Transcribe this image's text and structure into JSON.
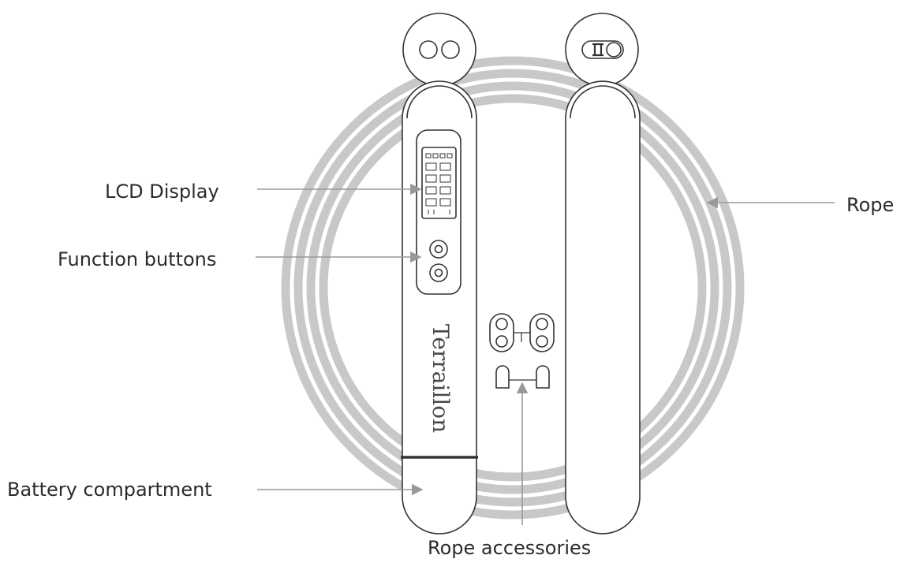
{
  "diagram": {
    "labels": {
      "lcd_display": "LCD Display",
      "function_buttons": "Function buttons",
      "battery_compartment": "Battery compartment",
      "rope": "Rope",
      "rope_accessories": "Rope accessories"
    },
    "brand": "Terraillon",
    "colors": {
      "rope": "#c8c8c8",
      "line": "#333333",
      "leader": "#999999",
      "text": "#2b2b2b"
    }
  }
}
